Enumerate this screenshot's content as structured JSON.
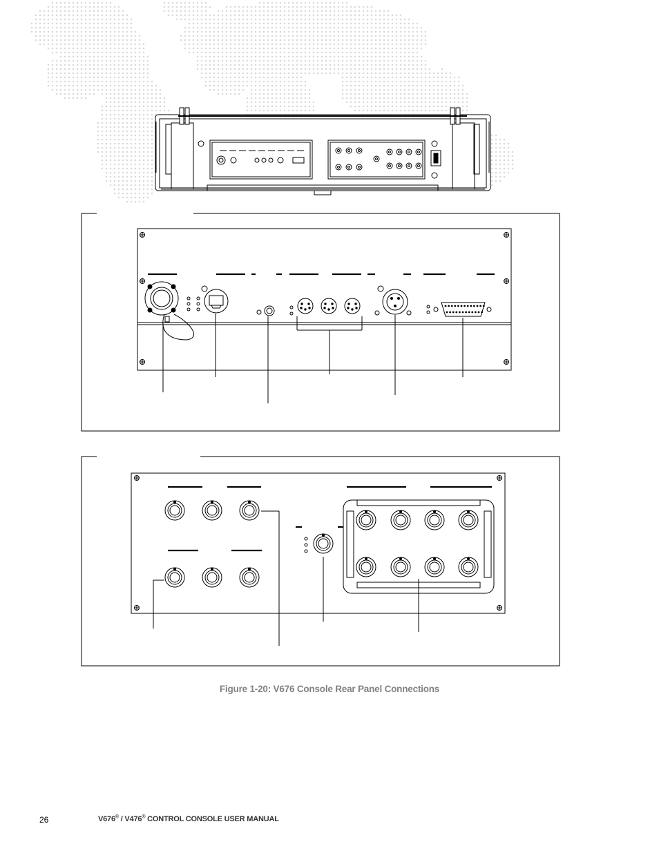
{
  "figure": {
    "caption": "Figure 1-20:  V676 Console Rear Panel Connections"
  },
  "footer": {
    "page_number": "26",
    "model_a": "V676",
    "reg_a": "®",
    "separator": " / V476",
    "reg_b": "®",
    "title_rest": " CONTROL CONSOLE USER MANUAL"
  },
  "icons": {
    "background": "world-map-dot-pattern",
    "drawing": "console-rear-panel-line-drawing"
  },
  "colors": {
    "caption": "#808285",
    "map_dots": "#d9d9d9",
    "line_art": "#000000"
  }
}
